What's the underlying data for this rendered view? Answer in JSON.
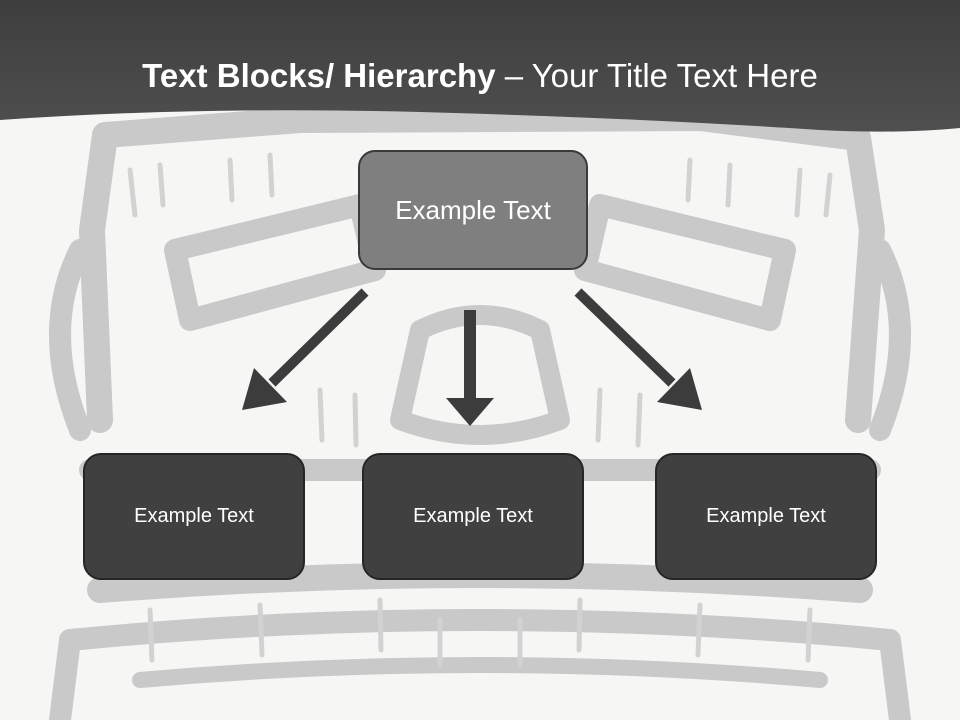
{
  "title": {
    "bold": "Text Blocks/ Hierarchy",
    "separator": " – ",
    "rest": "Your Title Text Here"
  },
  "hierarchy": {
    "top": {
      "label": "Example Text"
    },
    "children": [
      {
        "label": "Example Text"
      },
      {
        "label": "Example Text"
      },
      {
        "label": "Example Text"
      }
    ]
  },
  "colors": {
    "header": "#464646",
    "top_box": "#7f7f7f",
    "child_box": "#404040",
    "arrow": "#3c3c3c",
    "background_art": "#c8c8c8"
  }
}
